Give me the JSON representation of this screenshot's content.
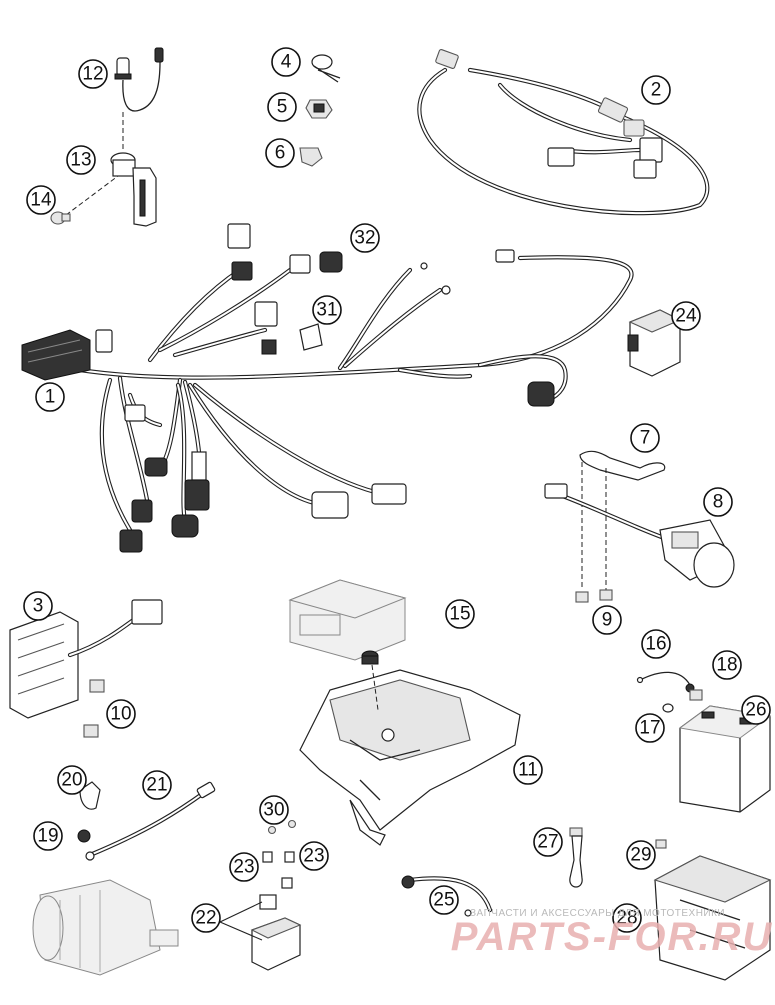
{
  "callouts": [
    {
      "label": "1"
    },
    {
      "label": "2"
    },
    {
      "label": "3"
    },
    {
      "label": "4"
    },
    {
      "label": "5"
    },
    {
      "label": "6"
    },
    {
      "label": "7"
    },
    {
      "label": "8"
    },
    {
      "label": "9"
    },
    {
      "label": "10"
    },
    {
      "label": "11"
    },
    {
      "label": "12"
    },
    {
      "label": "13"
    },
    {
      "label": "14"
    },
    {
      "label": "15"
    },
    {
      "label": "16"
    },
    {
      "label": "17"
    },
    {
      "label": "18"
    },
    {
      "label": "19"
    },
    {
      "label": "20"
    },
    {
      "label": "21"
    },
    {
      "label": "22"
    },
    {
      "label": "23"
    },
    {
      "label": "23"
    },
    {
      "label": "24"
    },
    {
      "label": "25"
    },
    {
      "label": "26"
    },
    {
      "label": "27"
    },
    {
      "label": "28"
    },
    {
      "label": "29"
    },
    {
      "label": "30"
    },
    {
      "label": "31"
    },
    {
      "label": "32"
    }
  ],
  "watermark": {
    "tagline": "ЗАПЧАСТИ И АКСЕССУАРЫ ДЛЯ МОТОТЕХНИКИ",
    "logo_text": "PARTS-FOR.RU",
    "color": "#e8b0b0"
  }
}
